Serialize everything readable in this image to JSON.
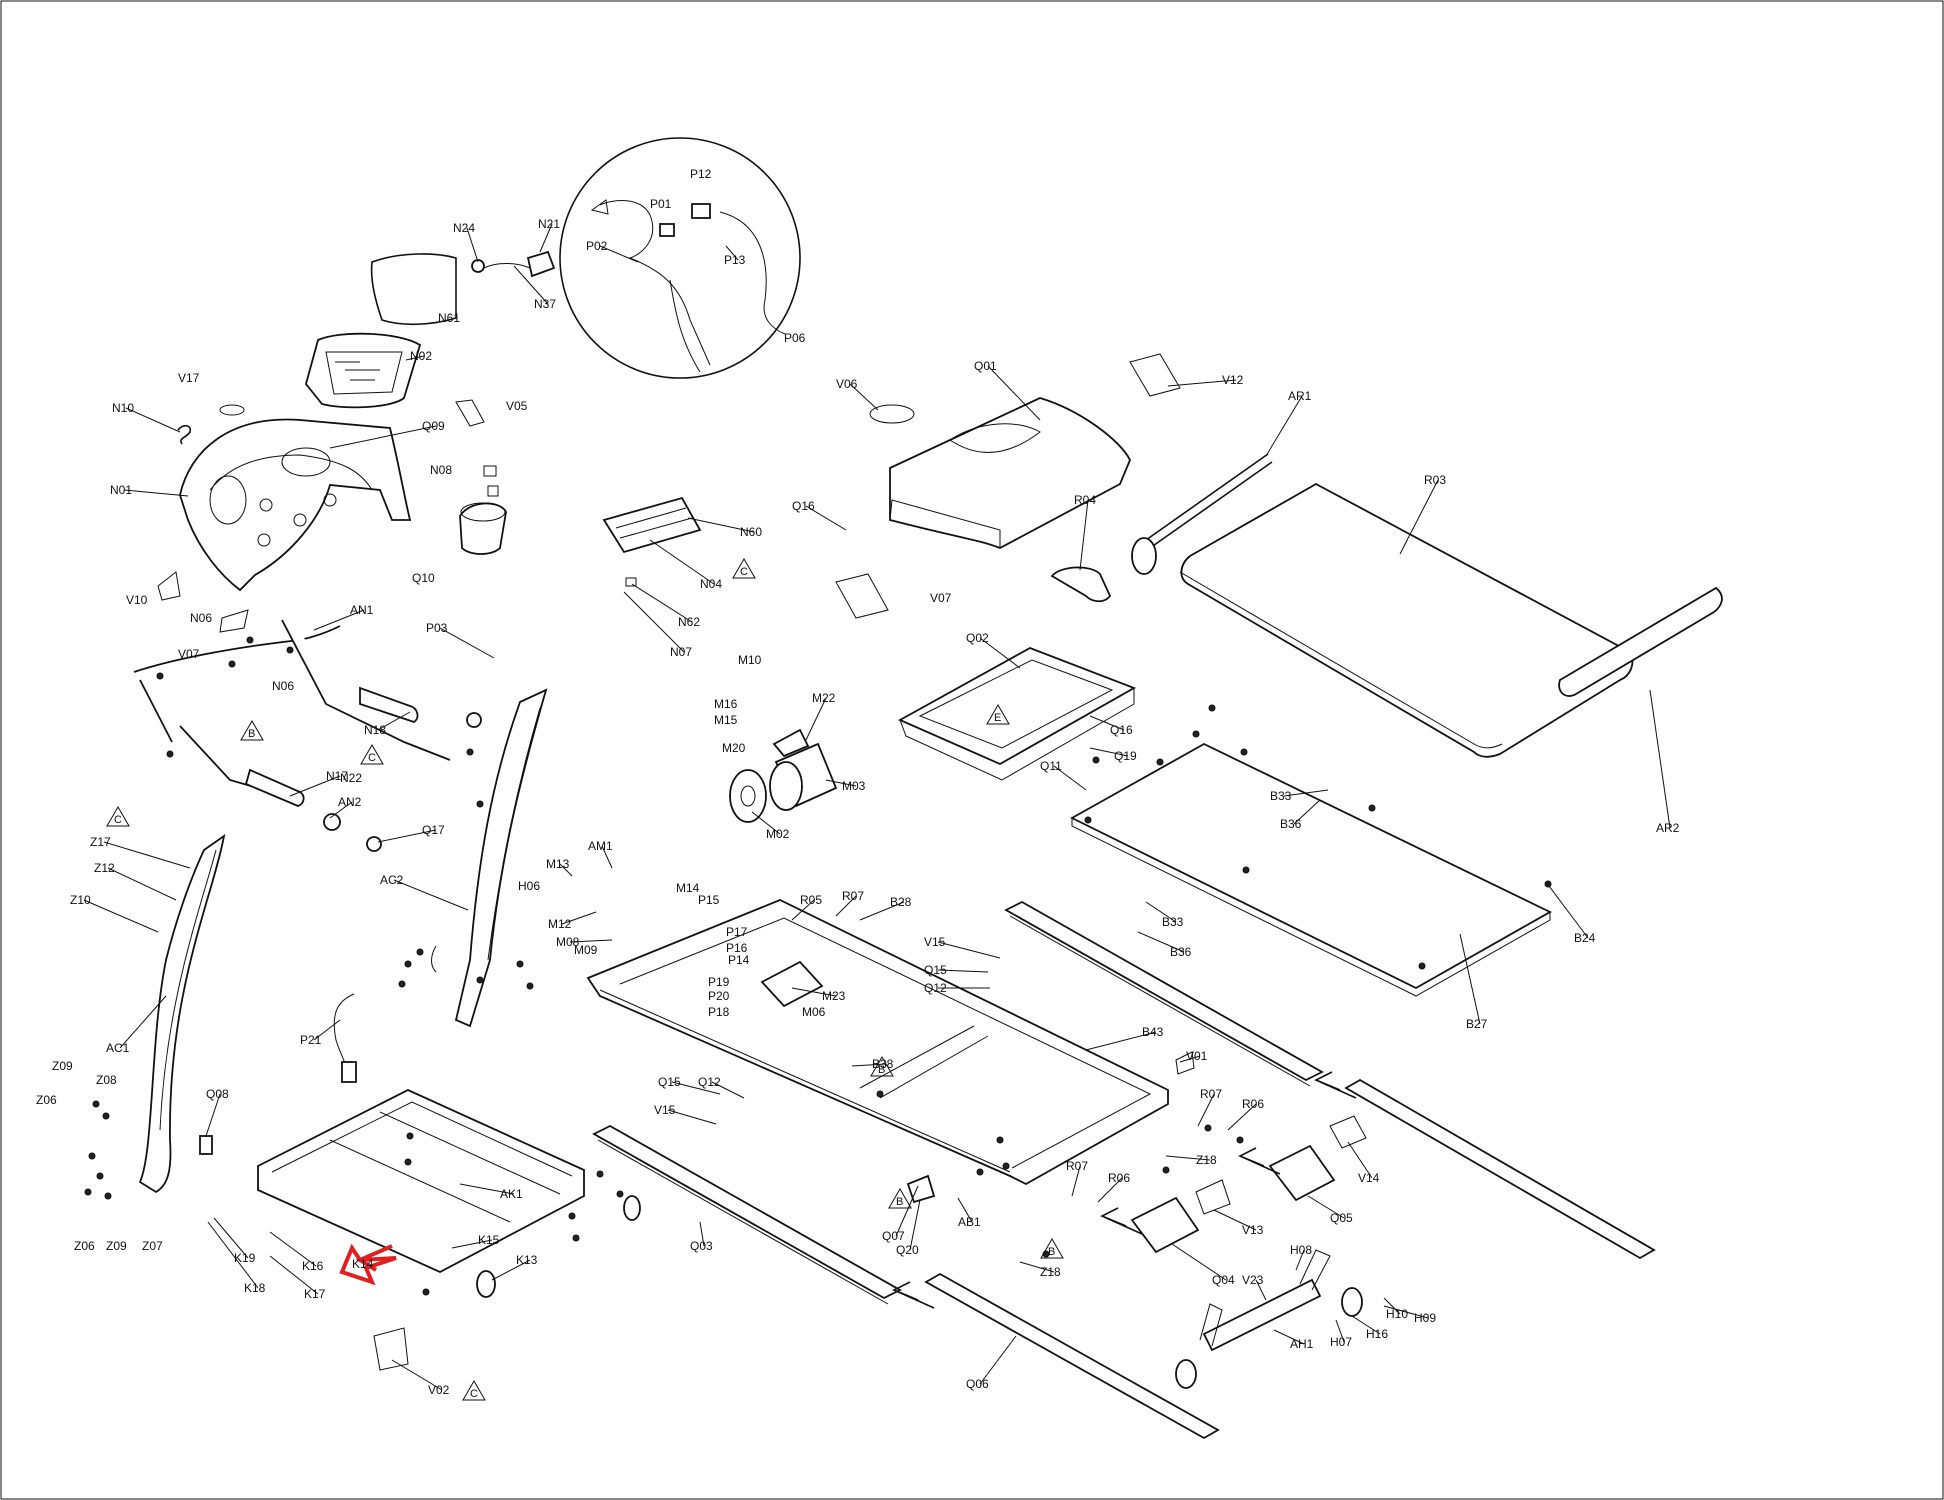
{
  "diagram": {
    "labels": {
      "N24": "N24",
      "N21": "N21",
      "N37": "N37",
      "N61": "N61",
      "N02": "N02",
      "Q09": "Q09",
      "V17": "V17",
      "N10": "N10",
      "N01": "N01",
      "N06a": "N06",
      "N06b": "N06",
      "V10": "V10",
      "V07a": "V07",
      "V07b": "V07",
      "V05": "V05",
      "N08": "N08",
      "Q10": "Q10",
      "AN1": "AN1",
      "P03": "P03",
      "N18": "N18",
      "N17": "N17",
      "N22": "N22",
      "AN2": "AN2",
      "Q17": "Q17",
      "P12": "P12",
      "P01": "P01",
      "P02": "P02",
      "P13": "P13",
      "P06": "P06",
      "N60": "N60",
      "N04": "N04",
      "N62": "N62",
      "N07": "N07",
      "V06": "V06",
      "Q01": "Q01",
      "V12": "V12",
      "AR1": "AR1",
      "R03": "R03",
      "Q16a": "Q16",
      "Q16b": "Q16",
      "R04": "R04",
      "Q02": "Q02",
      "Q19": "Q19",
      "Q11": "Q11",
      "B33a": "B33",
      "B36a": "B36",
      "B33b": "B33",
      "B36b": "B36",
      "AR2": "AR2",
      "B24": "B24",
      "B27": "B27",
      "M10": "M10",
      "M16": "M16",
      "M15": "M15",
      "M22": "M22",
      "M20": "M20",
      "M03": "M03",
      "M02": "M02",
      "Z17": "Z17",
      "Z12": "Z12",
      "Z10": "Z10",
      "AC2": "AC2",
      "AC1": "AC1",
      "P21": "P21",
      "AM1": "AM1",
      "M13": "M13",
      "H06": "H06",
      "M12": "M12",
      "M08": "M08",
      "M09": "M09",
      "M14": "M14",
      "P15": "P15",
      "P17": "P17",
      "P16": "P16",
      "P14": "P14",
      "P19": "P19",
      "P20": "P20",
      "P18": "P18",
      "R05a": "R05",
      "R07a": "R07",
      "B28": "B28",
      "M23": "M23",
      "M06": "M06",
      "B38": "B38",
      "V15a": "V15",
      "Q15a": "Q15",
      "Q12a": "Q12",
      "B43": "B43",
      "V01": "V01",
      "Z09a": "Z09",
      "Z08": "Z08",
      "Z06a": "Z06",
      "Q08": "Q08",
      "Z06b": "Z06",
      "Z09b": "Z09",
      "Z07": "Z07",
      "K19": "K19",
      "K18": "K18",
      "K16": "K16",
      "K17": "K17",
      "K14": "K14",
      "K15": "K15",
      "K13": "K13",
      "AK1": "AK1",
      "Q15b": "Q15",
      "Q12b": "Q12",
      "V15b": "V15",
      "Q03": "Q03",
      "Q06": "Q06",
      "V02": "V02",
      "Q07": "Q07",
      "Q20": "Q20",
      "AB1": "AB1",
      "Z18a": "Z18",
      "Z18b": "Z18",
      "R07b": "R07",
      "R06a": "R06",
      "R07c": "R07",
      "R06b": "R06",
      "Q04": "Q04",
      "V13": "V13",
      "Q05": "Q05",
      "V14": "V14",
      "H08": "H08",
      "V23": "V23",
      "H10": "H10",
      "H09": "H09",
      "H16": "H16",
      "H07": "H07",
      "AH1": "AH1"
    },
    "markers": {
      "C1": "C",
      "C2": "C",
      "C3": "C",
      "C4": "C",
      "B1": "B",
      "B2": "B",
      "B3": "B",
      "B4": "B",
      "E1": "E"
    },
    "highlight": {
      "color": "#e02020",
      "target": "K14"
    }
  }
}
